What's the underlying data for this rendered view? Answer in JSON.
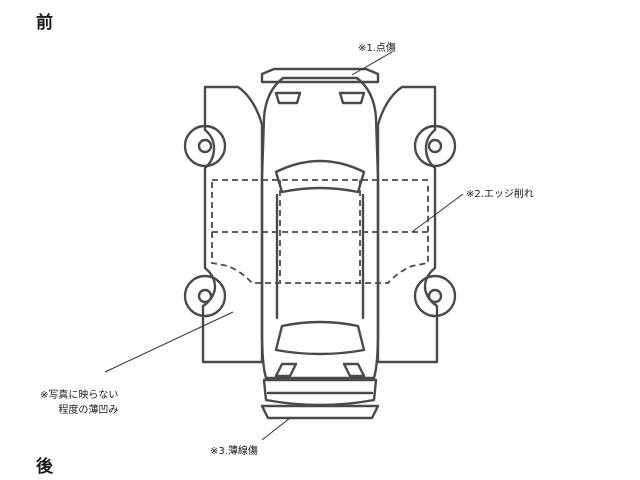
{
  "orientation": {
    "front": "前",
    "rear": "後"
  },
  "annotations": {
    "point_scratch": "※1.点傷",
    "edge_chip": "※2.エッジ削れ",
    "faint_scratch": "※3.薄線傷",
    "shallow_dent": [
      "※写真に映らない",
      "程度の薄凹み"
    ]
  },
  "colors": {
    "outline": "#4a4a4a",
    "leader_line": "#333333",
    "text": "#1a1a1a",
    "background": "#ffffff"
  }
}
